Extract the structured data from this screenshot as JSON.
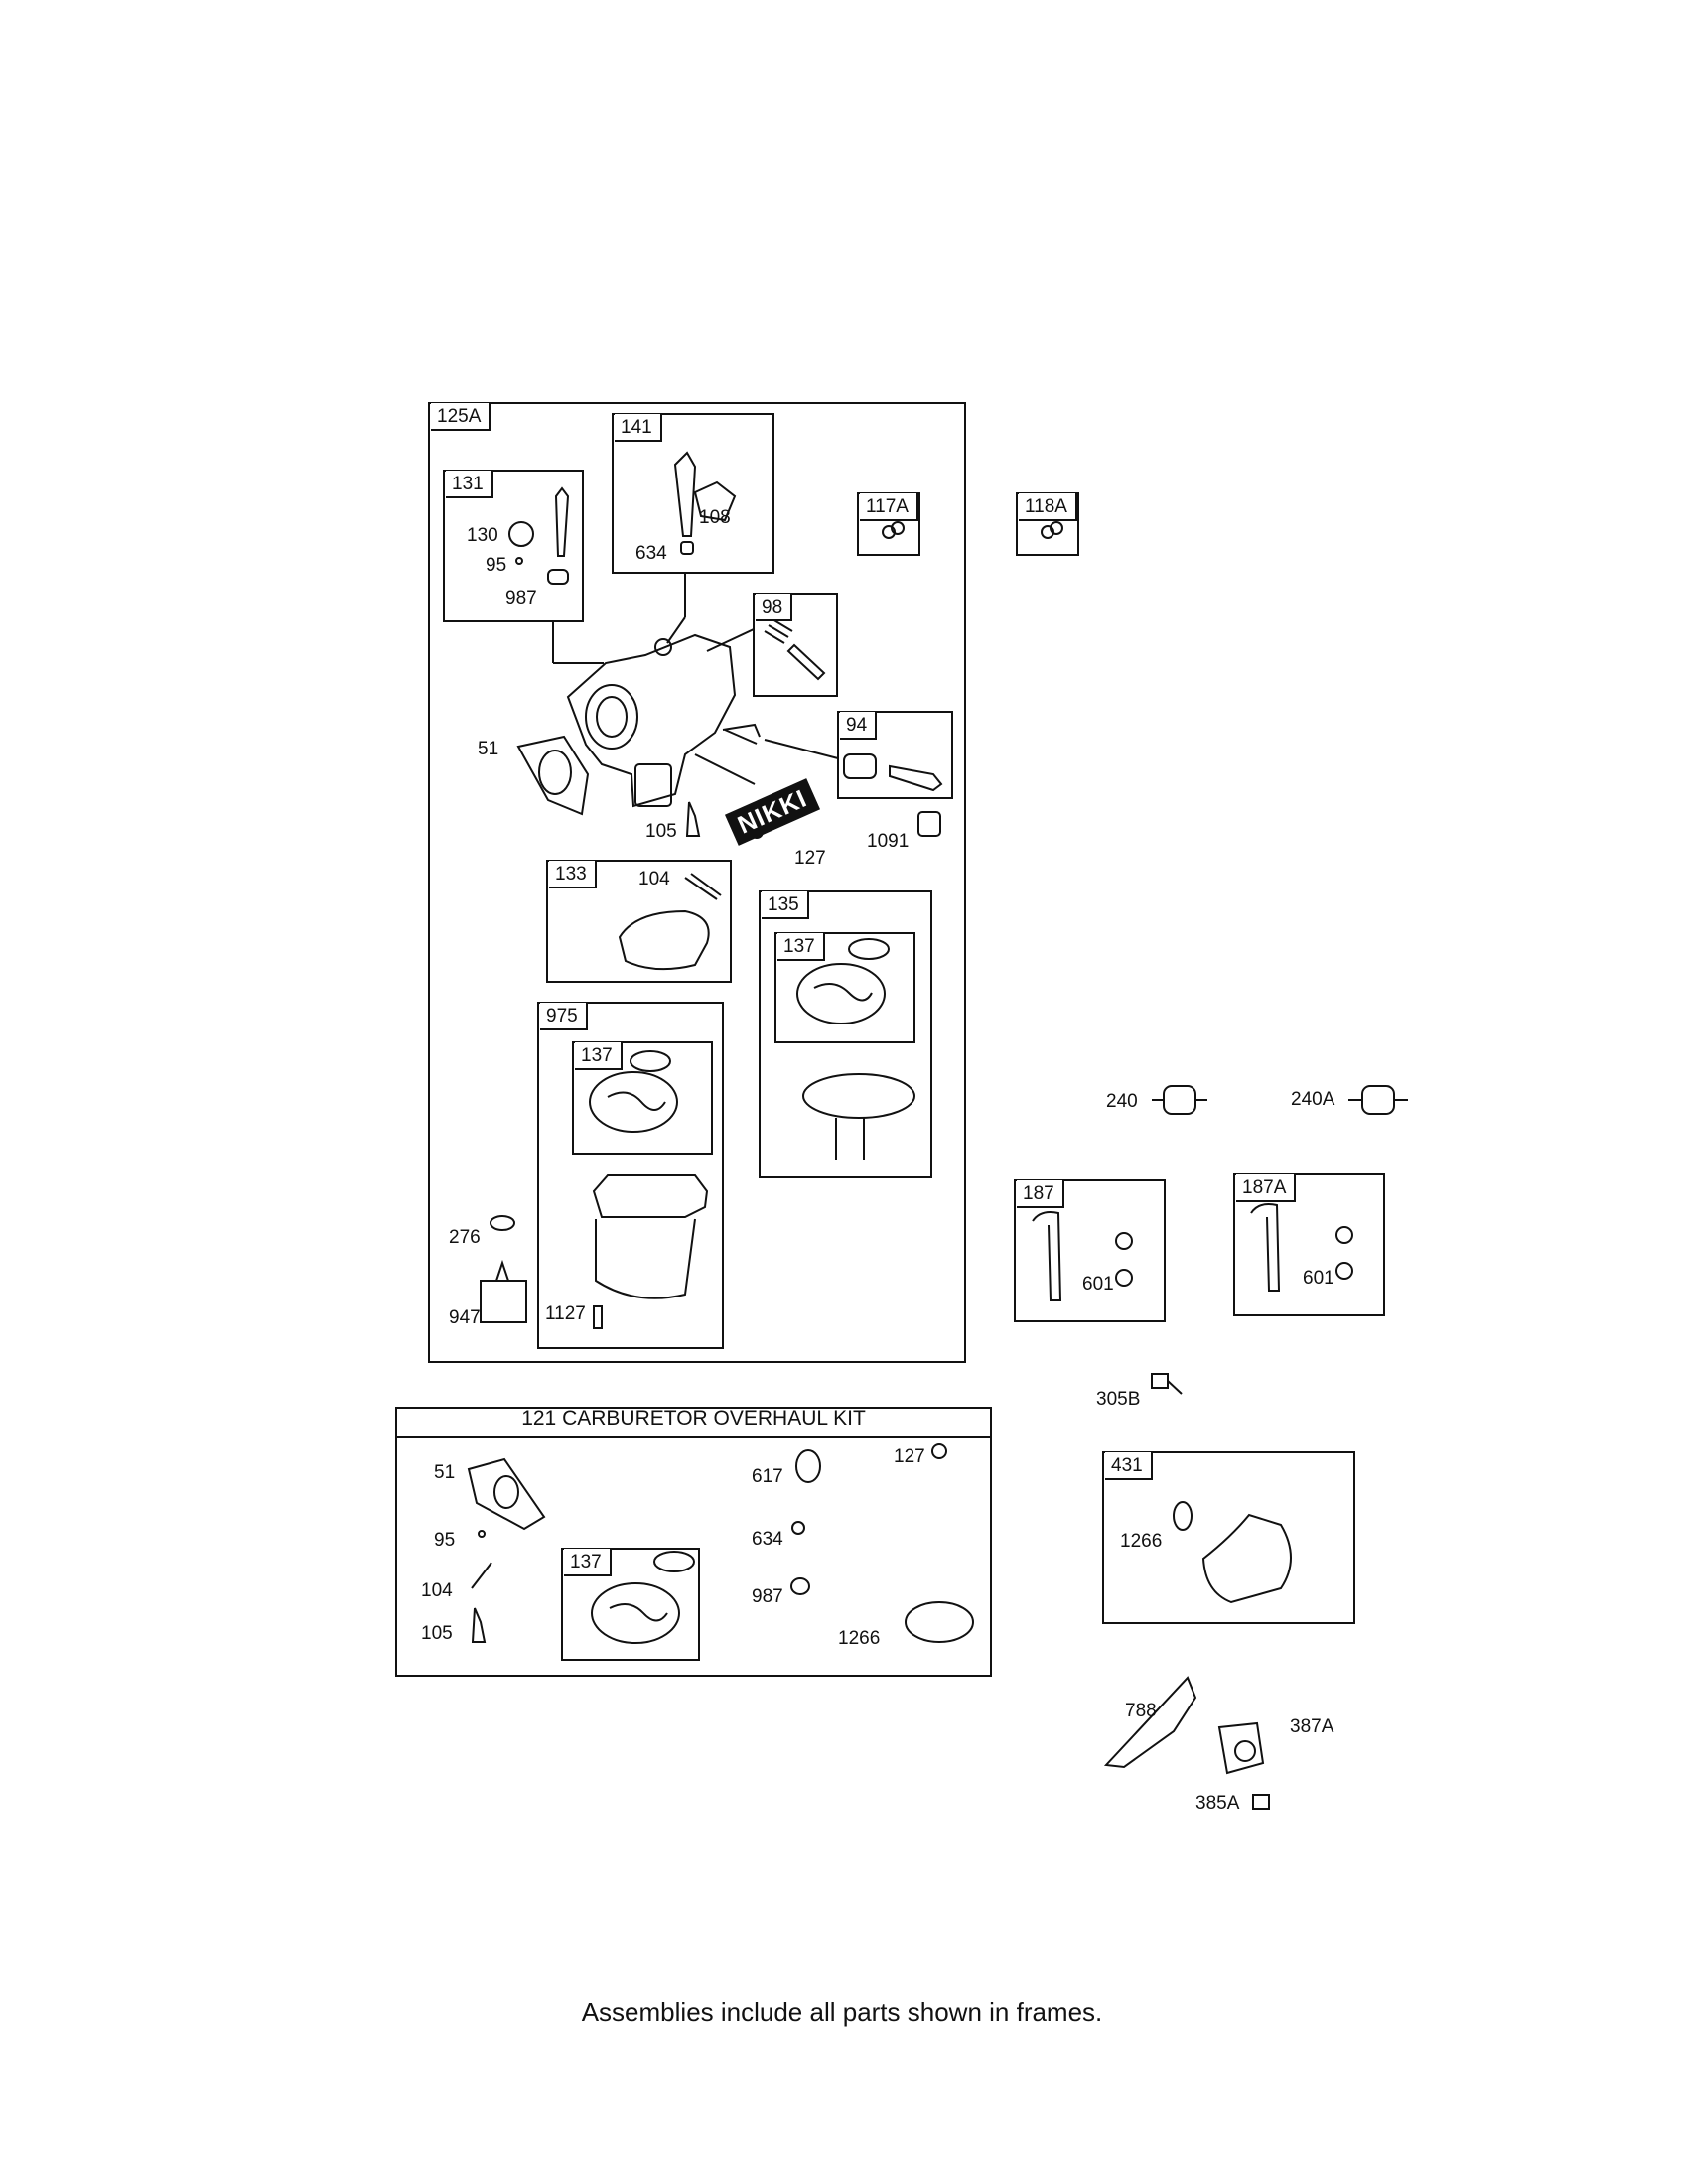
{
  "footnote": "Assemblies include all parts shown in frames.",
  "kit": {
    "title": "121 CARBURETOR OVERHAUL KIT"
  },
  "frames": {
    "f125A": "125A",
    "f141": "141",
    "f131": "131",
    "f117A": "117A",
    "f118A": "118A",
    "f98": "98",
    "f94": "94",
    "f133": "133",
    "f135": "135",
    "f137a": "137",
    "f975": "975",
    "f137b": "137",
    "f187": "187",
    "f187A": "187A",
    "f431": "431",
    "f137c": "137"
  },
  "parts": {
    "p108": "108",
    "p634": "634",
    "p130": "130",
    "p95": "95",
    "p987": "987",
    "p51": "51",
    "p105": "105",
    "p127": "127",
    "p1091": "1091",
    "p104": "104",
    "p276": "276",
    "p947": "947",
    "p1127": "1127",
    "p240": "240",
    "p240A": "240A",
    "p601a": "601",
    "p601b": "601",
    "p305B": "305B",
    "p1266": "1266",
    "p788": "788",
    "p387A": "387A",
    "p385A": "385A",
    "k51": "51",
    "k95": "95",
    "k104": "104",
    "k105": "105",
    "k617": "617",
    "k127": "127",
    "k634": "634",
    "k987": "987",
    "k1266": "1266"
  },
  "decal": "NIKKI"
}
